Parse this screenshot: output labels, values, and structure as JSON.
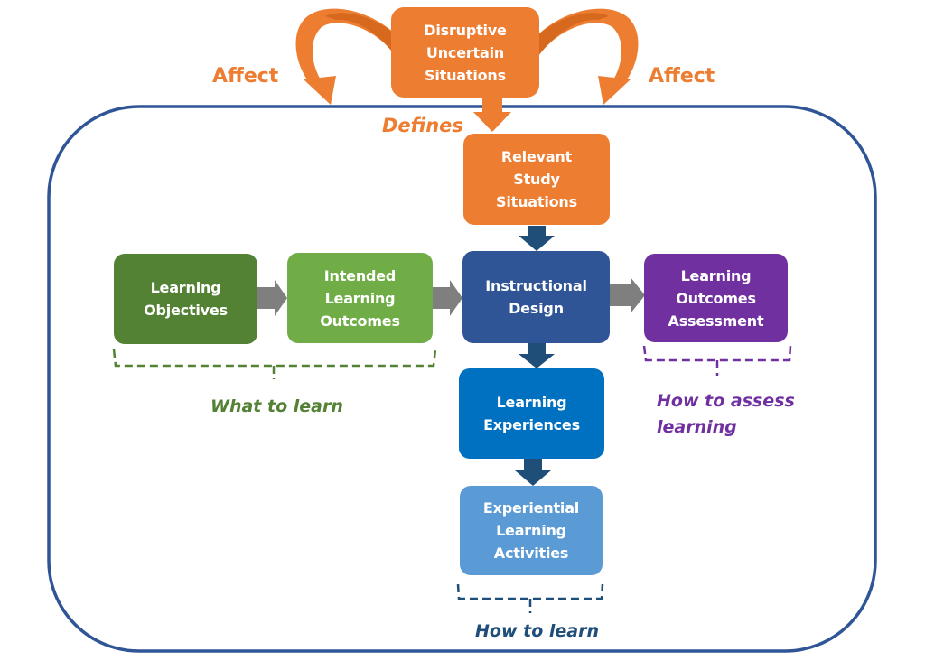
{
  "colors": {
    "orange": "#ED7D31",
    "orange_dark": "#C55A11",
    "frame": "#2F5597",
    "dark_green": "#548235",
    "light_green": "#70AD47",
    "navy": "#2F5597",
    "blue": "#0070C0",
    "light_blue": "#5B9BD5",
    "purple": "#7030A0",
    "gray_arrow": "#7F7F7F",
    "dark_arrow": "#1F4E79"
  },
  "nodes": {
    "disruptive": "Disruptive\nUncertain\nSituations",
    "relevant": "Relevant\nStudy\nSituations",
    "objectives": "Learning\nObjectives",
    "intended": "Intended\nLearning\nOutcomes",
    "instructional": "Instructional\nDesign",
    "assessment": "Learning\nOutcomes\nAssessment",
    "experiences": "Learning\nExperiences",
    "activities": "Experiential\nLearning\nActivities"
  },
  "labels": {
    "affect_left": "Affect",
    "affect_right": "Affect",
    "defines": "Defines",
    "what_to_learn": "What to learn",
    "how_to_assess": "How to assess\nlearning",
    "how_to_learn": "How to learn"
  }
}
